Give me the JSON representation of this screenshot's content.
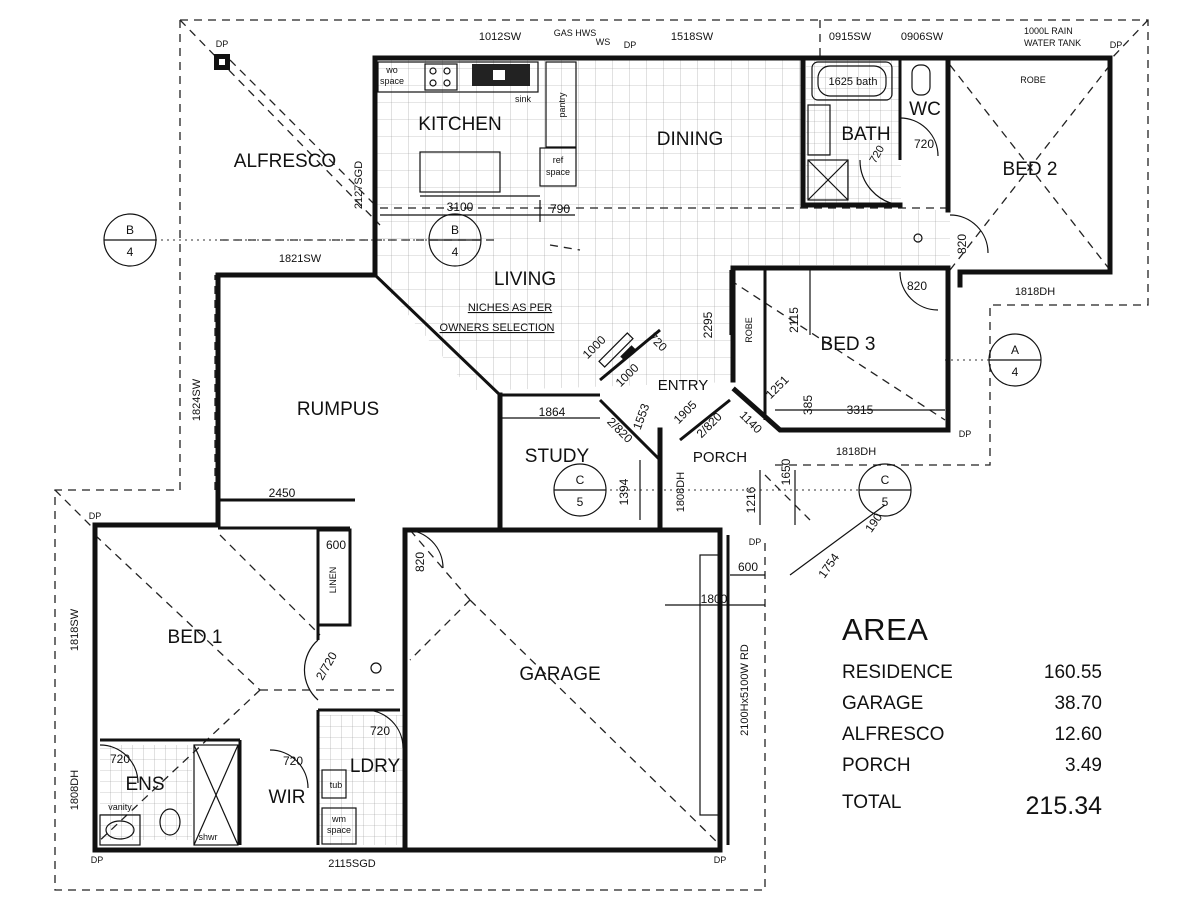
{
  "rooms": {
    "alfresco": "ALFRESCO",
    "kitchen": "KITCHEN",
    "dining": "DINING",
    "living": "LIVING",
    "bath": "BATH",
    "wc": "WC",
    "bed2": "BED 2",
    "bed3": "BED 3",
    "rumpus": "RUMPUS",
    "study": "STUDY",
    "entry": "ENTRY",
    "porch": "PORCH",
    "bed1": "BED 1",
    "garage": "GARAGE",
    "ens": "ENS",
    "wir": "WIR",
    "ldry": "LDRY"
  },
  "notes": {
    "niches_line1": "NICHES AS PER",
    "niches_line2": "OWNERS SELECTION"
  },
  "windows": {
    "kitchen_top": "1012SW",
    "gas_hws": "GAS HWS",
    "ws": "WS",
    "dining_top": "1518SW",
    "bath_top": "0915SW",
    "wc_top": "0906SW",
    "rain_tank_line1": "1000L RAIN",
    "rain_tank_line2": "WATER TANK",
    "alfresco_sgd": "2127SGD",
    "rumpus_top": "1821SW",
    "rumpus_side": "1824SW",
    "bed2_bottom": "1818DH",
    "bed3_bottom": "1818DH",
    "bed1_side": "1818SW",
    "ens_side": "1808DH",
    "entry_side": "1808DH",
    "garage_door": "2100Hx5100W RD",
    "ldry_sgd": "2115SGD"
  },
  "fixtures": {
    "wo_space_line1": "wo",
    "wo_space_line2": "space",
    "sink": "sink",
    "pantry": "pantry",
    "ref_line1": "ref",
    "ref_line2": "space",
    "bath": "1625 bath",
    "vanity": "vanity",
    "shwr": "shwr",
    "robe_bed2": "ROBE",
    "robe_bed3": "ROBE",
    "linen": "LINEN",
    "tub": "tub",
    "wm_line1": "wm",
    "wm_line2": "space",
    "dp": "DP"
  },
  "dimensions": {
    "kitchen_bench": "3100",
    "ref_width": "790",
    "bath_door": "720",
    "wc_door": "720",
    "bed2_door": "820",
    "bed3_door": "820",
    "entry_2295": "2295",
    "entry_2115": "2115",
    "entry_1000a": "1000",
    "entry_1000b": "1000",
    "entry_1905": "1905",
    "entry_1553": "1553",
    "entry_2720": "2/820",
    "entry_1140": "1140",
    "entry_720": "720",
    "study_1864": "1864",
    "study_2820": "2/820",
    "study_1394": "1394",
    "bed3_1251": "1251",
    "bed3_385": "385",
    "bed3_3315": "3315",
    "porch_1216": "1216",
    "porch_1650": "1650",
    "porch_1754": "1754",
    "porch_190": "190",
    "rumpus_2450": "2450",
    "linen_600": "600",
    "garage_door_820": "820",
    "garage_600": "600",
    "garage_1800": "1800",
    "bed1_2720": "2/720",
    "ens_720": "720",
    "wir_720": "720",
    "ldry_720": "720"
  },
  "section_markers": [
    {
      "letter": "B",
      "sheet": "4"
    },
    {
      "letter": "B",
      "sheet": "4"
    },
    {
      "letter": "A",
      "sheet": "4"
    },
    {
      "letter": "C",
      "sheet": "5"
    },
    {
      "letter": "C",
      "sheet": "5"
    }
  ],
  "area": {
    "title": "AREA",
    "rows": [
      {
        "label": "RESIDENCE",
        "value": "160.55"
      },
      {
        "label": "GARAGE",
        "value": "38.70"
      },
      {
        "label": "ALFRESCO",
        "value": "12.60"
      },
      {
        "label": "PORCH",
        "value": "3.49"
      }
    ],
    "total_label": "TOTAL",
    "total_value": "215.34"
  }
}
